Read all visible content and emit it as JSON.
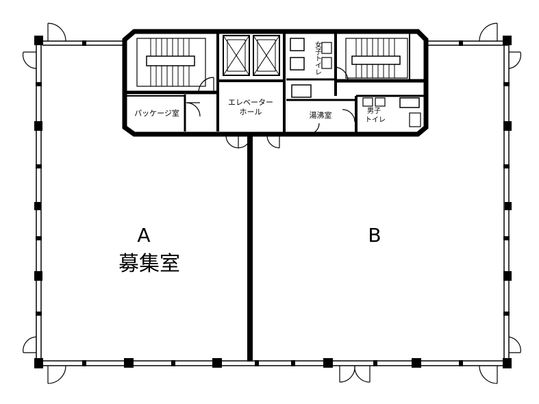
{
  "rooms": {
    "unit_a_letter": "A",
    "unit_a_status": "募集室",
    "unit_b_letter": "B",
    "package_room": "パッケージ室",
    "elevator_hall_line1": "エレベーター",
    "elevator_hall_line2": "ホール",
    "kitchenette": "湯沸室",
    "womens_toilet": "女子トイレ",
    "mens_toilet_line1": "男子",
    "mens_toilet_line2": "トイレ"
  },
  "colors": {
    "wall": "#000000",
    "background": "#ffffff"
  }
}
